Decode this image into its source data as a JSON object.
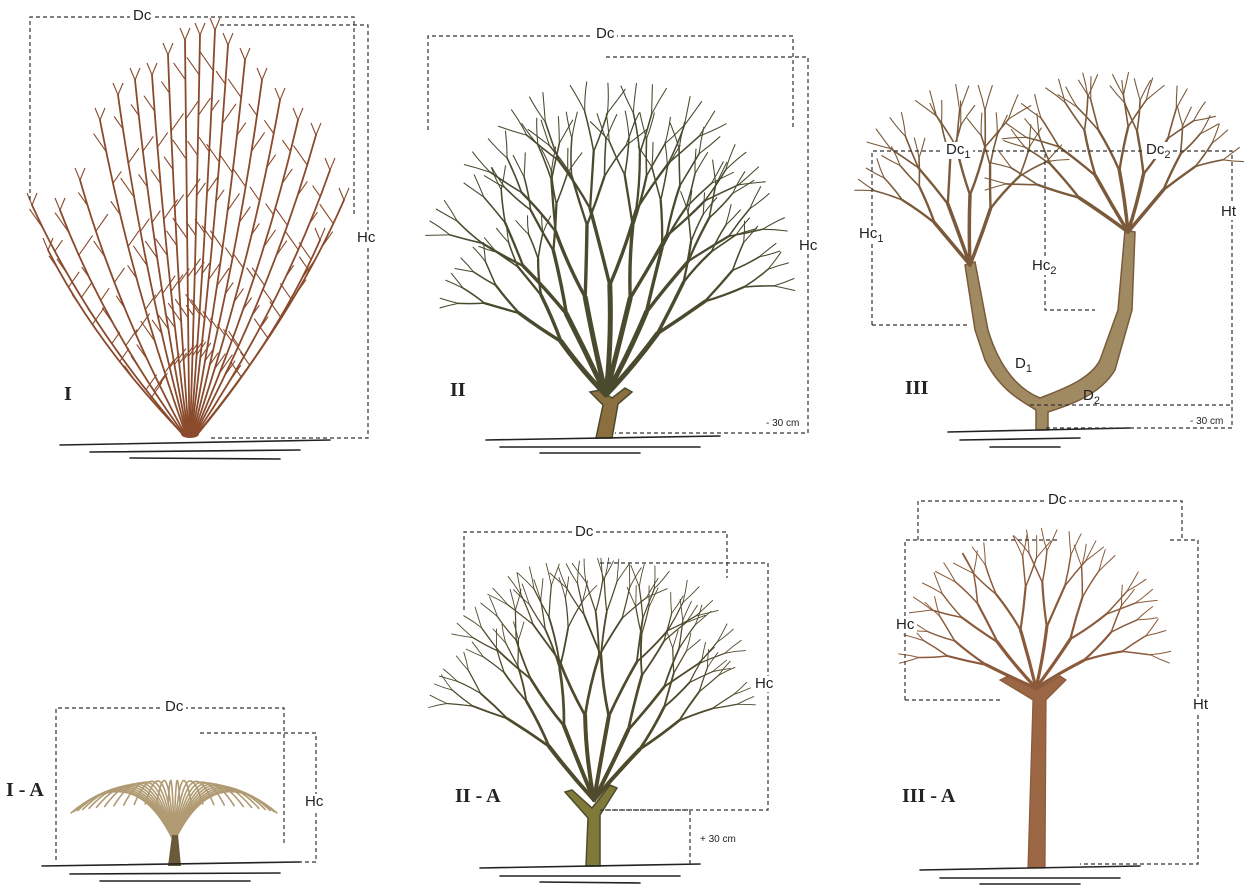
{
  "figures": [
    {
      "id": "I",
      "numeral": "I",
      "labels": {
        "dc": "Dc",
        "hc": "Hc"
      }
    },
    {
      "id": "II",
      "numeral": "II",
      "labels": {
        "dc": "Dc",
        "hc": "Hc",
        "height_note": "- 30 cm"
      }
    },
    {
      "id": "III",
      "numeral": "III",
      "labels": {
        "dc1": "Dc",
        "dc1_sub": "1",
        "dc2": "Dc",
        "dc2_sub": "2",
        "hc1": "Hc",
        "hc1_sub": "1",
        "hc2": "Hc",
        "hc2_sub": "2",
        "ht": "Ht",
        "d1": "D",
        "d1_sub": "1",
        "d2": "D",
        "d2_sub": "2",
        "height_note": "- 30 cm"
      }
    },
    {
      "id": "I-A",
      "numeral": "I - A",
      "labels": {
        "dc": "Dc",
        "hc": "Hc"
      }
    },
    {
      "id": "II-A",
      "numeral": "II - A",
      "labels": {
        "dc": "Dc",
        "hc": "Hc",
        "height_note": "+ 30 cm"
      }
    },
    {
      "id": "III-A",
      "numeral": "III - A",
      "labels": {
        "dc": "Dc",
        "hc": "Hc",
        "ht": "Ht"
      }
    }
  ],
  "colors": {
    "shrub_I": "#8a4a2c",
    "tree_II": "#4a4a2e",
    "tree_II_trunk": "#8b6f3e",
    "tree_III": "#7a5a3a",
    "tree_III_fill": "#a08a62",
    "grass_IA": "#b09a72",
    "tree_IIA": "#4e4a2c",
    "tree_IIA_trunk": "#7f7a3a",
    "tree_IIIA": "#8a5a3a",
    "tree_IIIA_trunk": "#9a6644",
    "ground": "#222222",
    "dims": "#333333"
  }
}
